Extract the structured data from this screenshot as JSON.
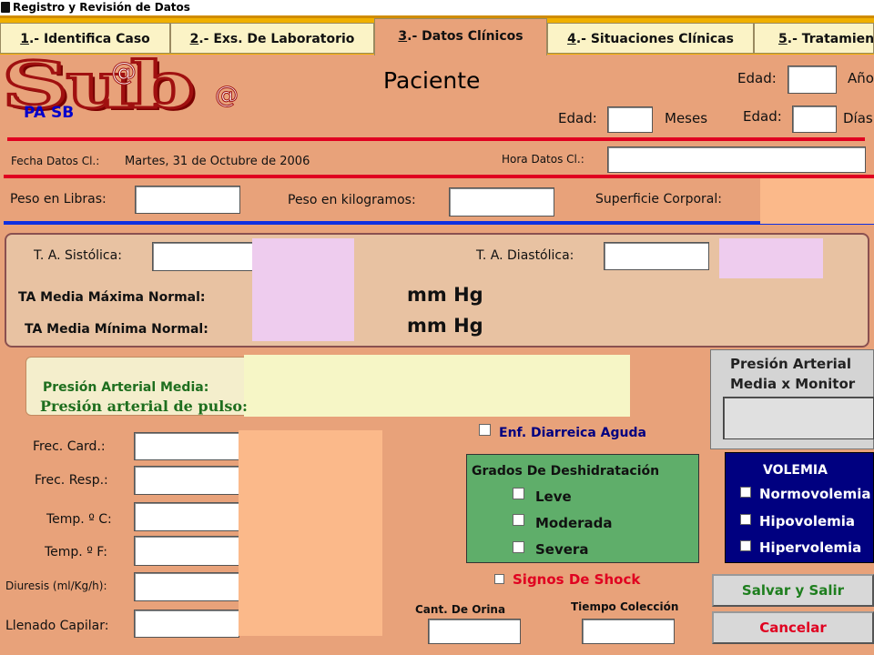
{
  "window": {
    "title": "Registro y Revisión de Datos"
  },
  "tabs": [
    {
      "num": "1",
      "label": ".- Identifica Caso"
    },
    {
      "num": "2",
      "label": ".- Exs. De Laboratorio"
    },
    {
      "num": "3",
      "label": ".- Datos Clínicos"
    },
    {
      "num": "4",
      "label": ".- Situaciones Clínicas"
    },
    {
      "num": "5",
      "label": ".- Tratamiento"
    }
  ],
  "header": {
    "logo_text": "Sub",
    "logo_at": "@",
    "patient_label": "Paciente",
    "patient_code": "PA SB",
    "age_label_1": "Edad:",
    "age_unit_years": "Años",
    "age_label_2": "Edad:",
    "age_unit_months": "Meses",
    "age_label_3": "Edad:",
    "age_unit_days": "Días"
  },
  "dates": {
    "fecha_label": "Fecha Datos Cl.:",
    "fecha_value": "Martes, 31 de Octubre de 2006",
    "hora_label": "Hora Datos Cl.:"
  },
  "body": {
    "peso_libras": "Peso en Libras:",
    "peso_kg": "Peso en kilogramos:",
    "superficie": "Superficie Corporal:"
  },
  "pressure": {
    "sistolica": "T. A. Sistólica:",
    "diastolica": "T. A. Diastólica:",
    "ta_max": "TA Media Máxima Normal:",
    "ta_min": "TA Media Mínima Normal:",
    "unit1": "mm Hg",
    "unit2": "mm Hg"
  },
  "pam": {
    "label": "Presión Arterial Media:",
    "pulso": "Presión arterial de pulso:"
  },
  "monitor": {
    "title_1": "Presión Arterial",
    "title_2": "Media x Monitor"
  },
  "vitals": {
    "card": "Frec. Card.:",
    "resp": "Frec. Resp.:",
    "tempc": "Temp. º C:",
    "tempf": "Temp. º F:",
    "diuresis": "Diuresis (ml/Kg/h):",
    "capilar": "Llenado Capilar:"
  },
  "eda": {
    "label": "Enf. Diarreica Aguda"
  },
  "deshidratacion": {
    "title": "Grados De Deshidratación",
    "leve": "Leve",
    "moderada": "Moderada",
    "severa": "Severa"
  },
  "volemia": {
    "title": "VOLEMIA",
    "normo": "Normovolemia",
    "hipo": "Hipovolemia",
    "hiper": "Hipervolemia"
  },
  "shock": {
    "label": "Signos De Shock"
  },
  "orina": {
    "cant": "Cant. De Orina",
    "tiempo": "Tiempo Colección"
  },
  "buttons": {
    "save": "Salvar y Salir",
    "cancel": "Cancelar"
  },
  "colors": {
    "accent_blue": "#0000cc",
    "accent_red": "#e00020",
    "green_panel": "#5fae6a",
    "navy_panel": "#000080"
  }
}
